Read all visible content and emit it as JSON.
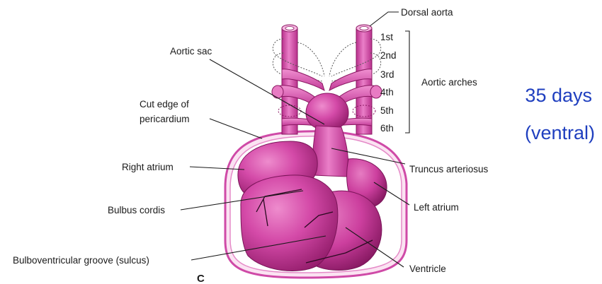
{
  "colors": {
    "tissue_main": "#d44aa8",
    "tissue_light": "#e878c4",
    "tissue_dark": "#9a1f70",
    "outline": "#7a1458",
    "caption": "#1f3fbf"
  },
  "labels": {
    "dorsal_aorta": "Dorsal aorta",
    "arch_1": "1st",
    "arch_2": "2nd",
    "arch_3": "3rd",
    "arch_4": "4th",
    "arch_5": "5th",
    "arch_6": "6th",
    "aortic_arches": "Aortic arches",
    "aortic_sac": "Aortic sac",
    "cut_edge_line1": "Cut edge of",
    "cut_edge_line2": "pericardium",
    "right_atrium": "Right atrium",
    "truncus_arteriosus": "Truncus arteriosus",
    "bulbus_cordis": "Bulbus cordis",
    "left_atrium": "Left atrium",
    "bulboventricular_groove": "Bulboventricular groove (sulcus)",
    "ventricle": "Ventricle",
    "panel_letter": "C"
  },
  "caption": {
    "line1": "35 days",
    "line2": "(ventral)"
  }
}
